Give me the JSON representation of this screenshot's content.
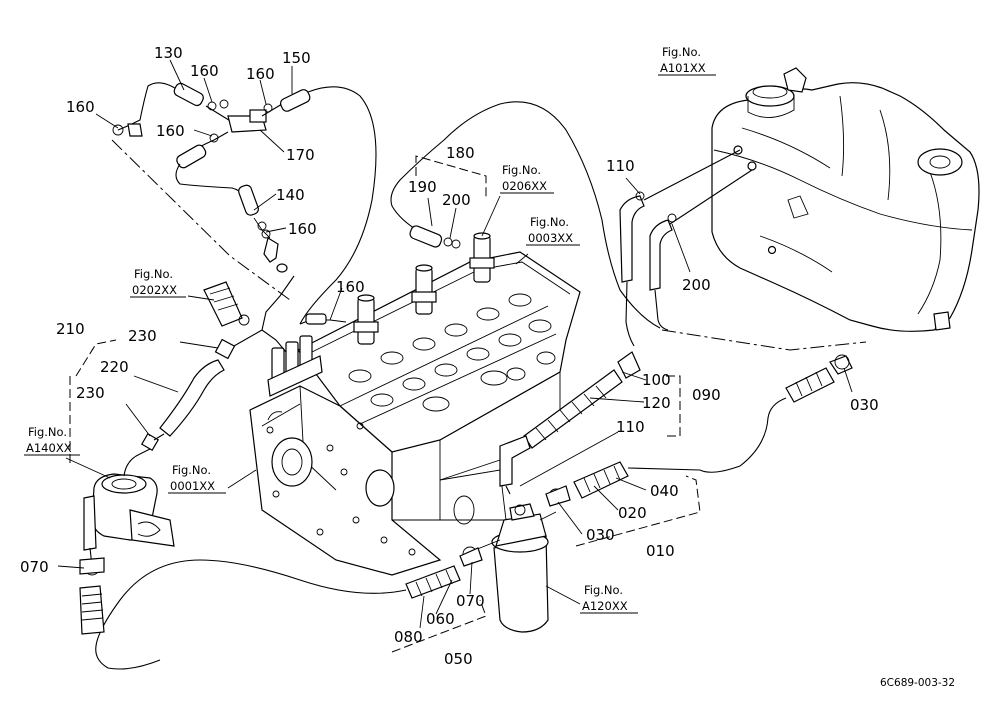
{
  "labels": {
    "p130": "130",
    "p150": "150",
    "p160a": "160",
    "p160b": "160",
    "p160c": "160",
    "p160d": "160",
    "p160e": "160",
    "p160f": "160",
    "p170": "170",
    "p140": "140",
    "p180": "180",
    "p190": "190",
    "p200a": "200",
    "p200b": "200",
    "p110a": "110",
    "p110b": "110",
    "p210": "210",
    "p230a": "230",
    "p220": "220",
    "p230b": "230",
    "p100": "100",
    "p120": "120",
    "p090": "090",
    "p030a": "030",
    "p040": "040",
    "p020": "020",
    "p030b": "030",
    "p010": "010",
    "p070a": "070",
    "p070b": "070",
    "p060": "060",
    "p080": "080",
    "p050": "050"
  },
  "figure_refs": {
    "a101": {
      "label": "Fig.No.",
      "code": "A101XX"
    },
    "f0206": {
      "label": "Fig.No.",
      "code": "0206XX"
    },
    "f0003": {
      "label": "Fig.No.",
      "code": "0003XX"
    },
    "f0202": {
      "label": "Fig.No.",
      "code": "0202XX"
    },
    "a140": {
      "label": "Fig.No.",
      "code": "A140XX"
    },
    "f0001": {
      "label": "Fig.No.",
      "code": "0001XX"
    },
    "a120": {
      "label": "Fig.No.",
      "code": "A120XX"
    }
  },
  "drawing_code": "6C689-003-32"
}
